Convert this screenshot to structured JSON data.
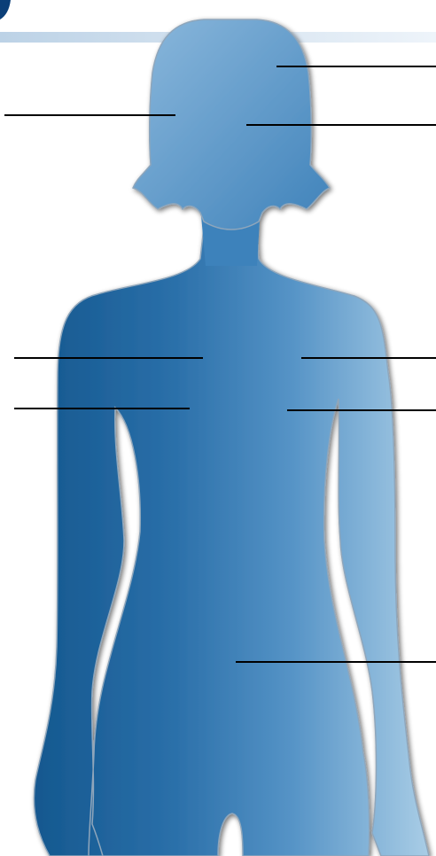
{
  "figure": {
    "subject": "female-body-silhouette",
    "view": "front",
    "colors": {
      "background": "#ffffff",
      "header_band_light": "#eef4fa",
      "header_band_mid": "#bcd2e6",
      "corner_mark": "#0b3f78",
      "body_dark": "#1a5f98",
      "body_mid": "#3e82bb",
      "body_light": "#a7cbe5",
      "outline": "#8fa6bb",
      "leader_line": "#000000"
    }
  },
  "labels": [
    {
      "id": "head-right",
      "text": ""
    },
    {
      "id": "head-left",
      "text": ""
    },
    {
      "id": "face-right",
      "text": ""
    },
    {
      "id": "chest-left",
      "text": ""
    },
    {
      "id": "chest-right",
      "text": ""
    },
    {
      "id": "abdomen-left",
      "text": ""
    },
    {
      "id": "abdomen-right",
      "text": ""
    },
    {
      "id": "pelvis-right",
      "text": ""
    }
  ]
}
